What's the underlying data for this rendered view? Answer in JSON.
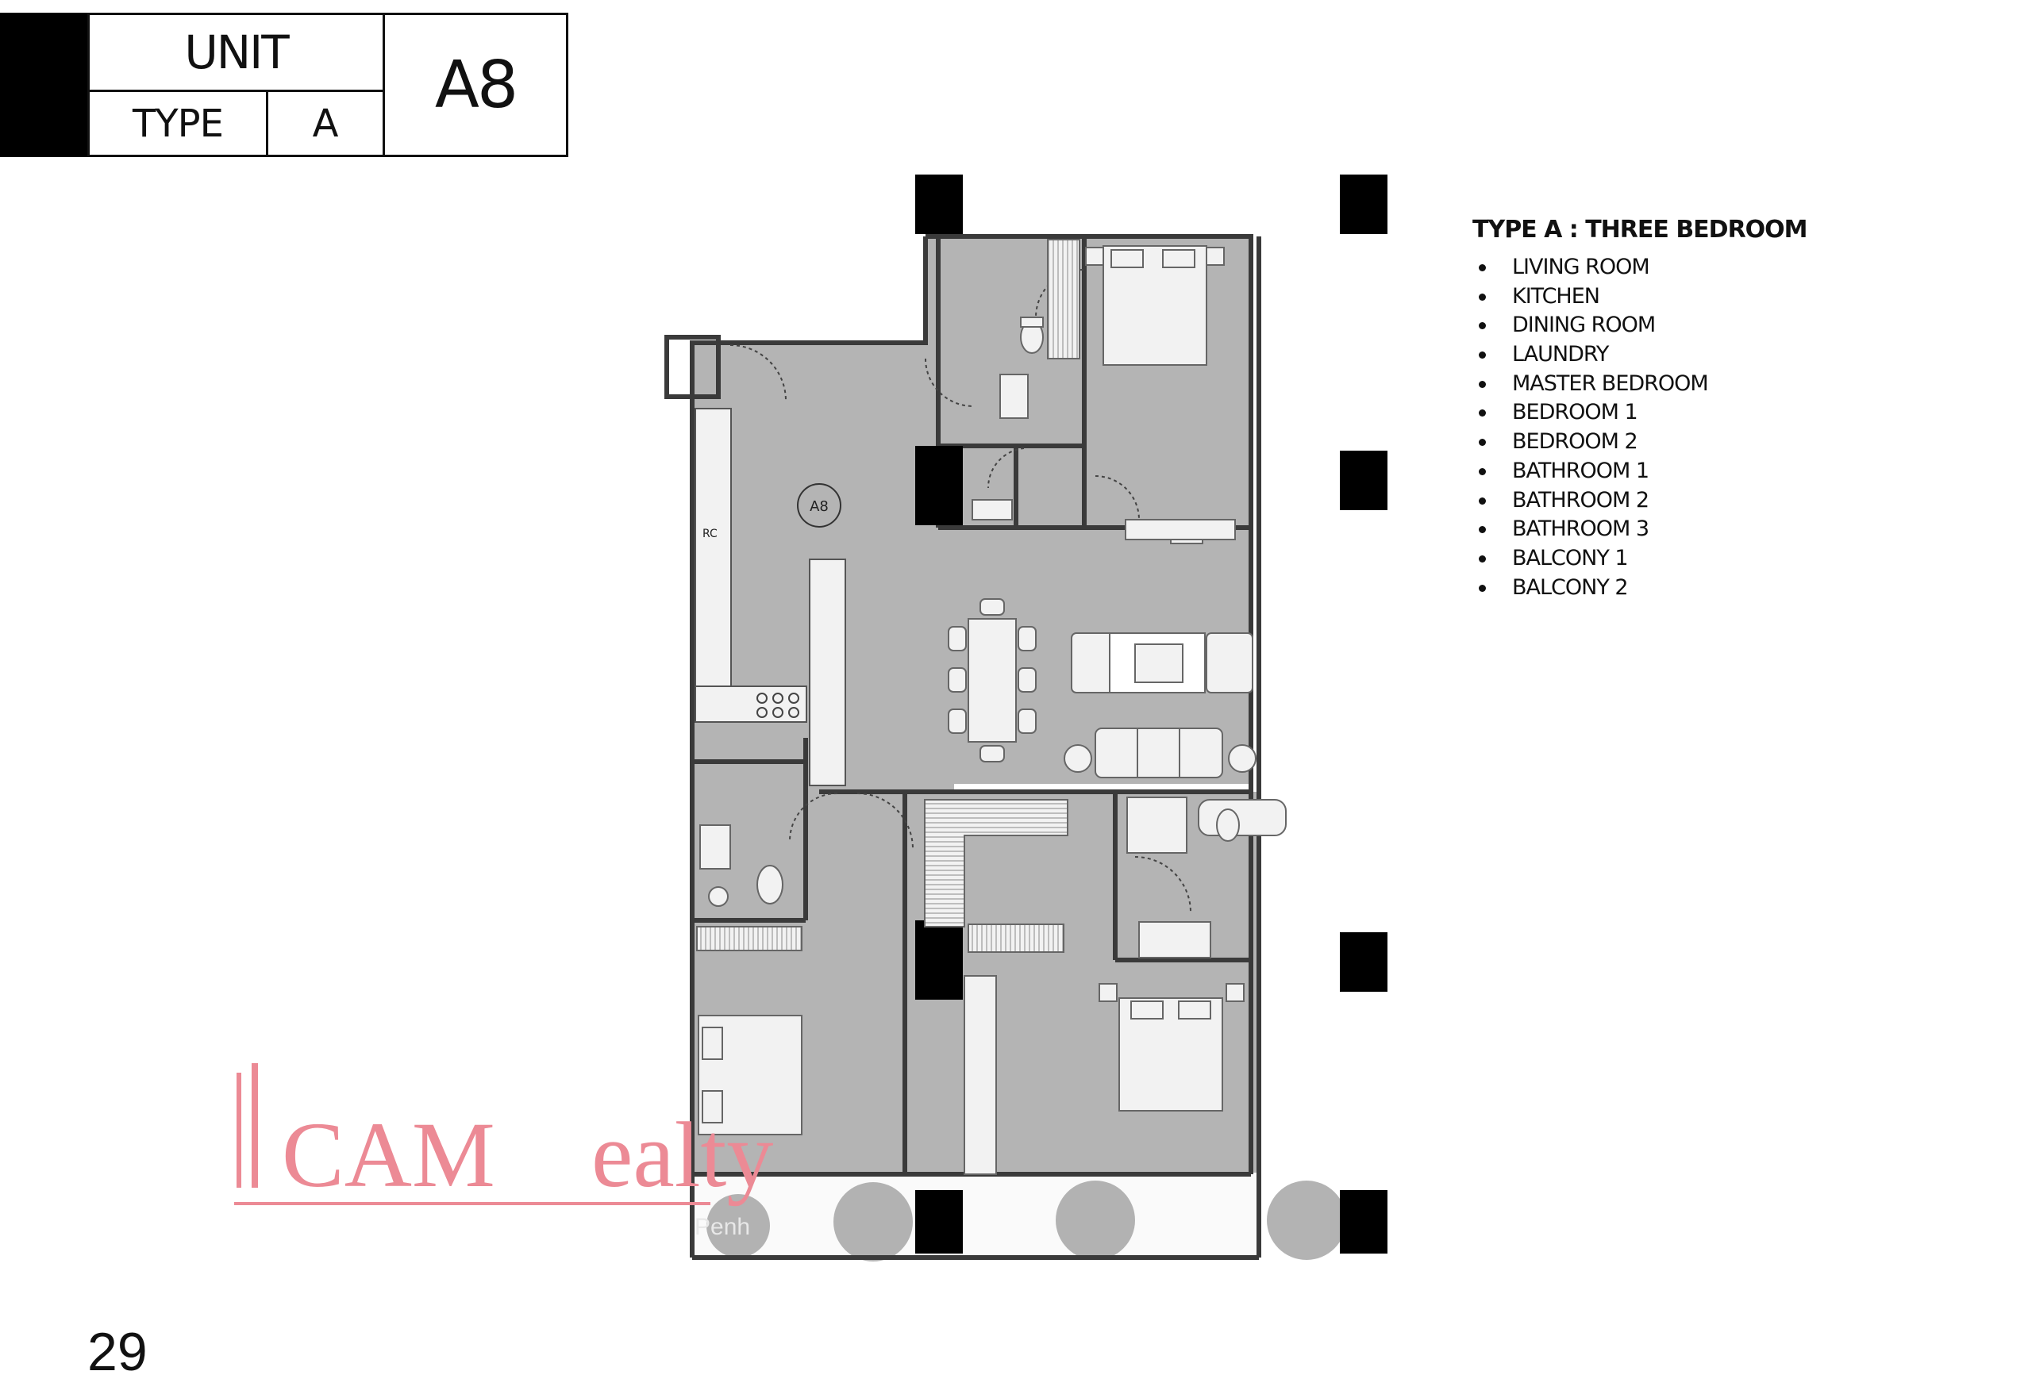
{
  "header": {
    "unit_label": "UNIT",
    "type_label": "TYPE",
    "type_value": "A",
    "unit_number": "A8"
  },
  "legend": {
    "title": "TYPE A : THREE BEDROOM",
    "items": [
      "LIVING ROOM",
      "KITCHEN",
      "DINING ROOM",
      "LAUNDRY",
      "MASTER BEDROOM",
      "BEDROOM 1",
      "BEDROOM 2",
      "BATHROOM 1",
      "BATHROOM 2",
      "BATHROOM 3",
      "BALCONY 1",
      "BALCONY 2"
    ]
  },
  "plan": {
    "unit_tag": "A8",
    "fridge_label": "RC"
  },
  "watermark": {
    "brand_left": "CAM",
    "brand_right": "ealty",
    "city": "Penh"
  },
  "page_number": "29",
  "colors": {
    "floor": "#b4b4b4",
    "wall": "#3a3a3a",
    "column": "#000000",
    "furniture": "#f2f2f2",
    "watermark": "#ec8a95"
  }
}
